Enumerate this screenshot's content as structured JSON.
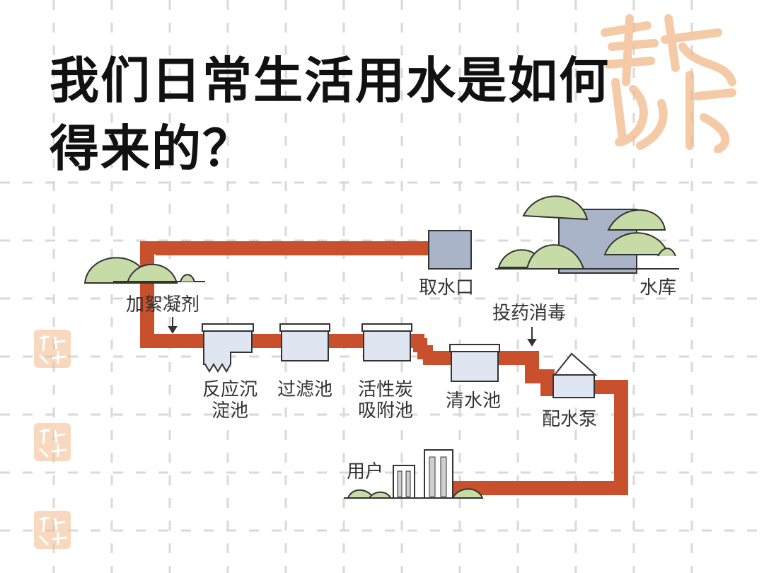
{
  "title_line1": "我们日常生活用水是如何",
  "title_line2": "得来的？",
  "labels": {
    "reservoir": "水库",
    "intake": "取水口",
    "coagulant": "加絮凝剂",
    "sedimentation_1": "反应沉",
    "sedimentation_2": "淀池",
    "filter": "过滤池",
    "carbon_1": "活性炭",
    "carbon_2": "吸附池",
    "clear_water": "清水池",
    "disinfect": "投药消毒",
    "pump": "配水泵",
    "user": "用户"
  },
  "colors": {
    "pipe": "#c8502c",
    "tank": "#dfe6f2",
    "hill": "#c7dba6",
    "stamp": "#f2b98a",
    "grid": "#d9d9d9"
  }
}
